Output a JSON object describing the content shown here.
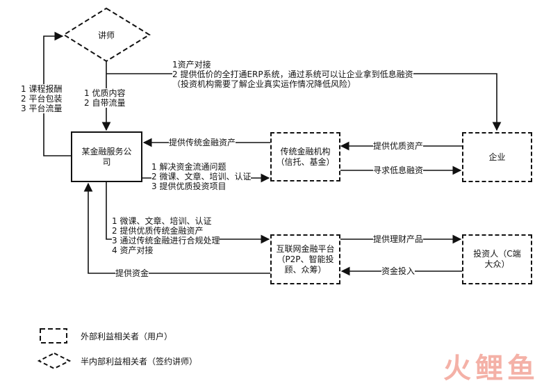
{
  "nodes": {
    "lecturer": "讲师",
    "platform": "某金融服务公司",
    "traditional": "传统金融机构（信托、基金）",
    "enterprise": "企业",
    "p2p": "互联网金融平台（P2P、智能投顾、众筹）",
    "investor": "投资人（C端大众）"
  },
  "edges": {
    "platform_to_lecturer": [
      "1 课程报酬",
      "2 平台包装",
      "3 平台流量"
    ],
    "lecturer_to_platform": [
      "1 优质内容",
      "2 自带流量"
    ],
    "lecturer_to_enterprise": [
      "1资产对接",
      "2 提供低价的全打通ERP系统，通过系统可以让企业拿到低息融资",
      "（投资机构需要了解企业真实运作情况降低风险）"
    ],
    "traditional_to_platform": "提供传统金融资产",
    "platform_to_traditional": [
      "1 解决资金流通问题",
      "2 微课、文章、培训、认证",
      "3 提供优质投资项目"
    ],
    "enterprise_to_traditional": "提供优质资产",
    "traditional_to_enterprise": "寻求低息融资",
    "platform_to_p2p": [
      "1 微课、文章、培训、认证",
      "2 提供优质传统金融资产",
      "3 通过传统金融进行合规处理",
      "4 资产对接"
    ],
    "p2p_to_platform": "提供资金",
    "p2p_to_investor": "提供理财产品",
    "investor_to_p2p": "资金投入"
  },
  "legend": {
    "external": "外部利益相关者（用户）",
    "semi_internal": "半内部利益相关者（签约讲师）"
  },
  "watermark": "火鲤鱼"
}
